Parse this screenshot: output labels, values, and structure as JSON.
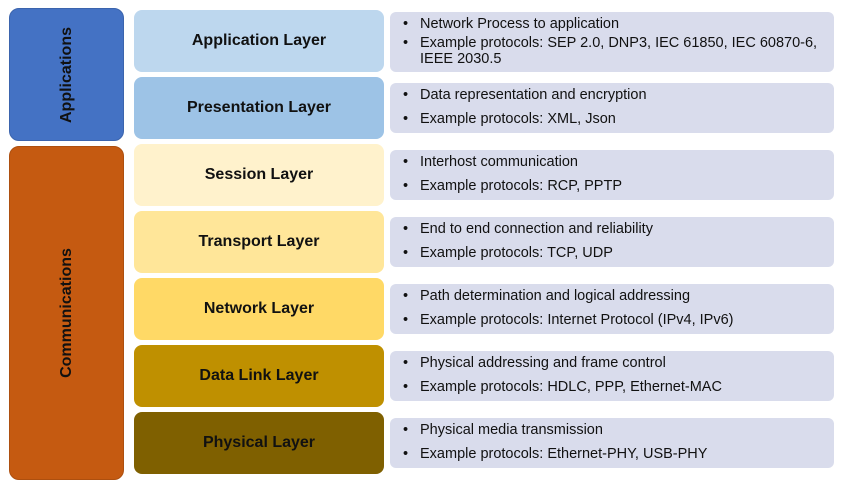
{
  "groups": {
    "applications": "Applications",
    "communications": "Communications"
  },
  "layers": [
    {
      "name": "Application Layer",
      "bullets": [
        "Network Process to application",
        "Example protocols: SEP 2.0, DNP3, IEC 61850, IEC 60870-6, IEEE 2030.5"
      ]
    },
    {
      "name": "Presentation Layer",
      "bullets": [
        "Data representation and encryption",
        "Example protocols: XML, Json"
      ]
    },
    {
      "name": "Session Layer",
      "bullets": [
        "Interhost communication",
        "Example protocols: RCP, PPTP"
      ]
    },
    {
      "name": "Transport Layer",
      "bullets": [
        "End to end connection and reliability",
        "Example protocols: TCP, UDP"
      ]
    },
    {
      "name": "Network Layer",
      "bullets": [
        "Path determination and logical addressing",
        "Example protocols: Internet Protocol (IPv4, IPv6)"
      ]
    },
    {
      "name": "Data Link Layer",
      "bullets": [
        "Physical addressing and frame control",
        "Example protocols:  HDLC, PPP, Ethernet-MAC"
      ]
    },
    {
      "name": "Physical Layer",
      "bullets": [
        "Physical media transmission",
        "Example protocols: Ethernet-PHY, USB-PHY"
      ]
    }
  ],
  "colors": {
    "applications": "#4472c4",
    "communications": "#c55a11",
    "application_layer": "#bdd7ee",
    "presentation_layer": "#9dc3e6",
    "session_layer": "#fff2cc",
    "transport_layer": "#ffe699",
    "network_layer": "#ffd966",
    "data_link_layer": "#bf9000",
    "physical_layer": "#7f6000",
    "description_box": "#d9dcec"
  }
}
